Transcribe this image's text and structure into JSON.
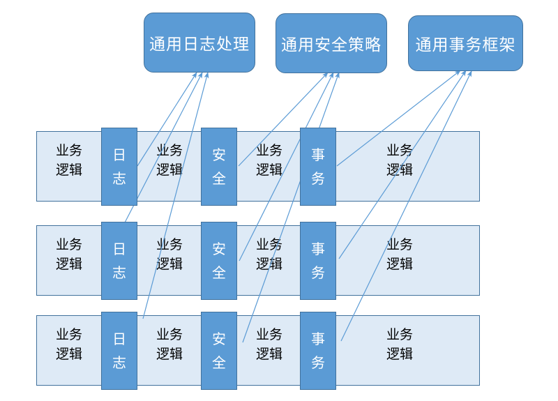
{
  "colors": {
    "module_fill": "#5B9BD5",
    "module_border": "#41719C",
    "bar_fill": "#DEEAF6",
    "bar_border": "#41719C",
    "segment_fill": "#5B9BD5",
    "segment_border": "#41719C",
    "arrow": "#5B9BD5",
    "text_dark": "#000000",
    "text_light": "#FFFFFF"
  },
  "modules": [
    {
      "label": "通用日志处理"
    },
    {
      "label": "通用安全策略"
    },
    {
      "label": "通用事务框架"
    }
  ],
  "bars": [
    {
      "cells": [
        "业务逻辑",
        "业务逻辑",
        "业务逻辑",
        "业务逻辑"
      ],
      "aspects": [
        "日志",
        "安全",
        "事务"
      ]
    },
    {
      "cells": [
        "业务逻辑",
        "业务逻辑",
        "业务逻辑",
        "业务逻辑"
      ],
      "aspects": [
        "日志",
        "安全",
        "事务"
      ]
    },
    {
      "cells": [
        "业务逻辑",
        "业务逻辑",
        "业务逻辑",
        "业务逻辑"
      ],
      "aspects": [
        "日志",
        "安全",
        "事务"
      ]
    }
  ]
}
